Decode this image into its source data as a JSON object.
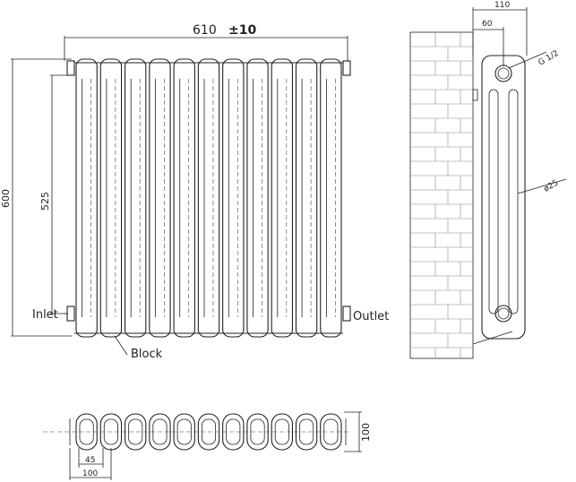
{
  "front_view": {
    "width_label": "610",
    "width_tolerance": "±10",
    "height_label": "600",
    "centres_label": "525",
    "inlet_label": "Inlet",
    "outlet_label": "Outlet",
    "block_label": "Block",
    "column_count": 11
  },
  "side_view": {
    "depth_label": "110",
    "offset_label": "60",
    "thread_label": "G 1/2",
    "diameter_label": "ø25"
  },
  "top_view": {
    "depth_label": "100",
    "inner_label": "45",
    "outer_label": "100"
  }
}
